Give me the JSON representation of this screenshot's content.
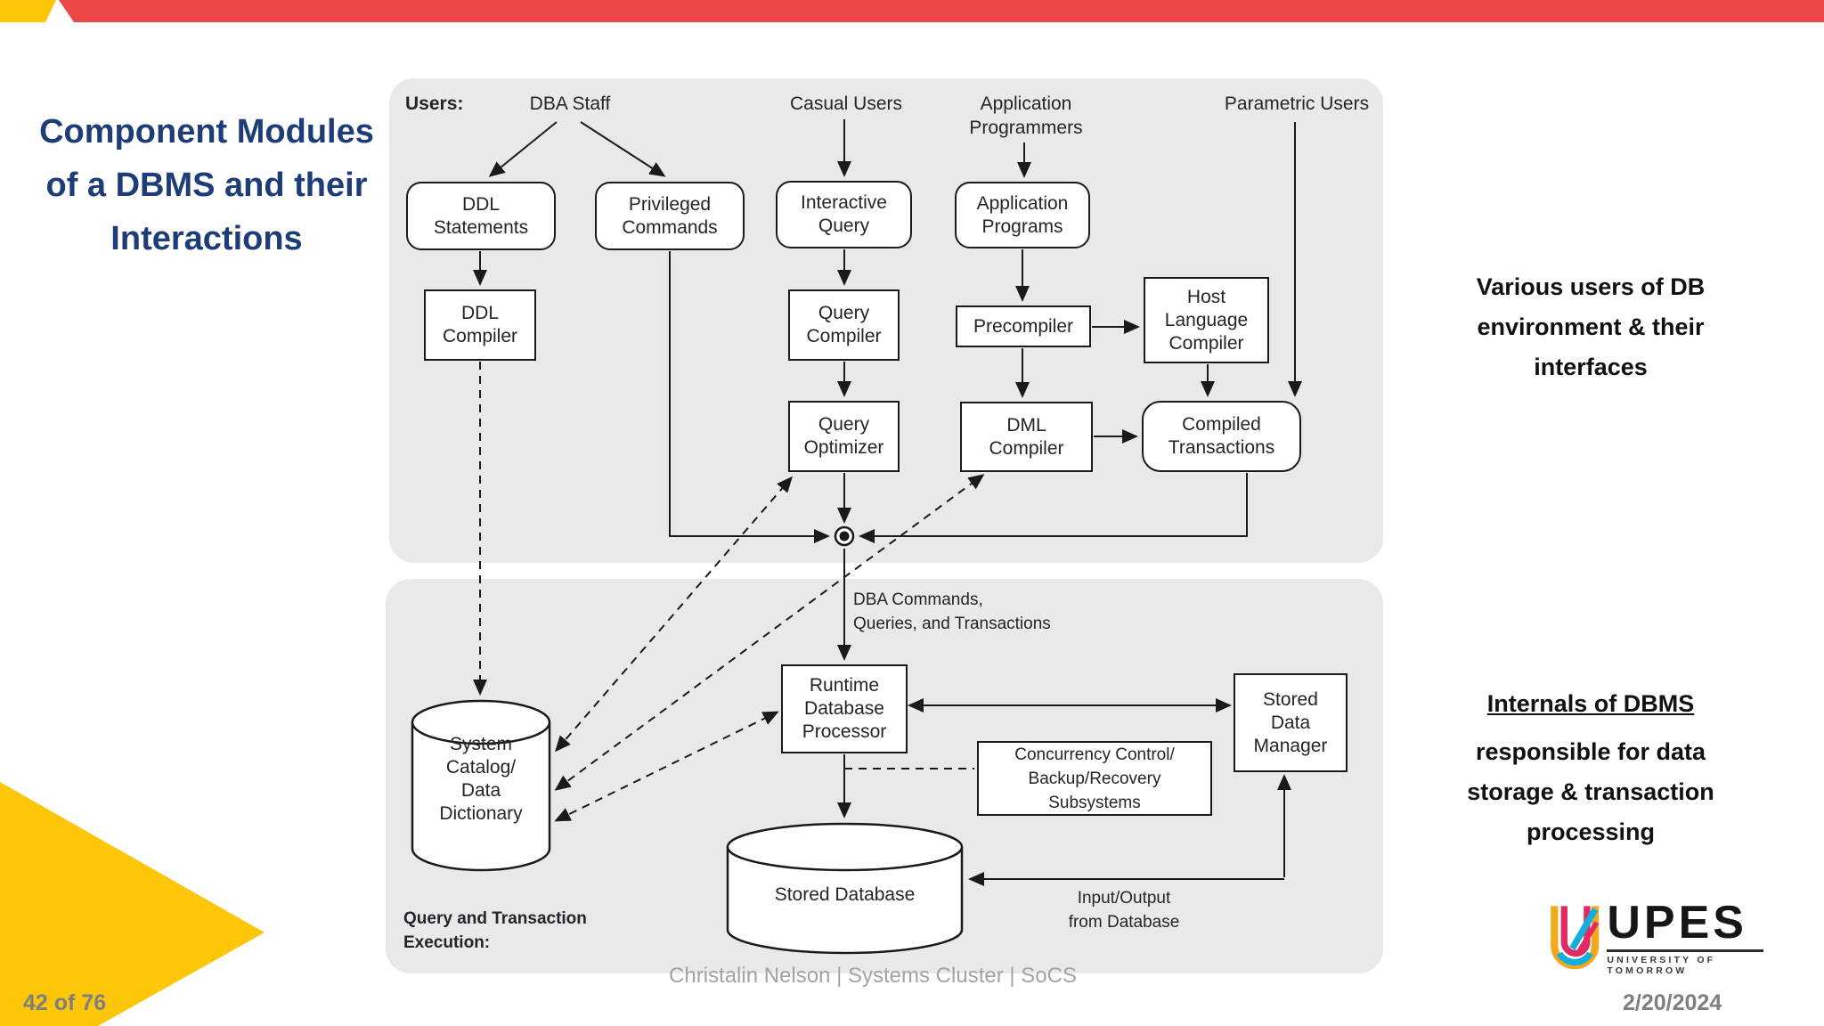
{
  "slide": {
    "title_lines": [
      "Component Modules",
      "of a DBMS and their",
      "Interactions"
    ],
    "side_note_top_lines": [
      "Various users of DB",
      "environment & their",
      "interfaces"
    ],
    "side_note_bottom_heading": "Internals of DBMS",
    "side_note_bottom_lines": [
      "responsible for data",
      "storage & transaction",
      "processing"
    ],
    "footer_credit": "Christalin Nelson | Systems Cluster | SoCS",
    "page_number": "42 of 76",
    "date": "2/20/2024",
    "logo": {
      "word": "UPES",
      "tagline": "UNIVERSITY OF TOMORROW"
    }
  },
  "colors": {
    "accent_red": "#EC4647",
    "accent_yellow": "#FDC608",
    "title_navy": "#1E3D78",
    "panel_gray": "#E9E9E9"
  },
  "diagram": {
    "labels": {
      "users": "Users:",
      "dba_staff": "DBA Staff",
      "casual_users": "Casual Users",
      "application_programmers": [
        "Application",
        "Programmers"
      ],
      "parametric_users": "Parametric Users",
      "dba_commands": [
        "DBA Commands,",
        "Queries, and Transactions"
      ],
      "io_from_db": [
        "Input/Output",
        "from Database"
      ],
      "query_exec": [
        "Query and Transaction",
        "Execution:"
      ]
    },
    "nodes": {
      "ddl_statements": [
        "DDL",
        "Statements"
      ],
      "privileged_commands": [
        "Privileged",
        "Commands"
      ],
      "interactive_query": [
        "Interactive",
        "Query"
      ],
      "application_programs": [
        "Application",
        "Programs"
      ],
      "ddl_compiler": [
        "DDL",
        "Compiler"
      ],
      "query_compiler": [
        "Query",
        "Compiler"
      ],
      "precompiler": "Precompiler",
      "host_language_compiler": [
        "Host",
        "Language",
        "Compiler"
      ],
      "query_optimizer": [
        "Query",
        "Optimizer"
      ],
      "dml_compiler": [
        "DML",
        "Compiler"
      ],
      "compiled_transactions": [
        "Compiled",
        "Transactions"
      ],
      "runtime_database_processor": [
        "Runtime",
        "Database",
        "Processor"
      ],
      "stored_data_manager": [
        "Stored",
        "Data",
        "Manager"
      ],
      "concurrency_subsystems": [
        "Concurrency Control/",
        "Backup/Recovery",
        "Subsystems"
      ],
      "system_catalog": [
        "System",
        "Catalog/",
        "Data",
        "Dictionary"
      ],
      "stored_database": "Stored Database"
    }
  }
}
